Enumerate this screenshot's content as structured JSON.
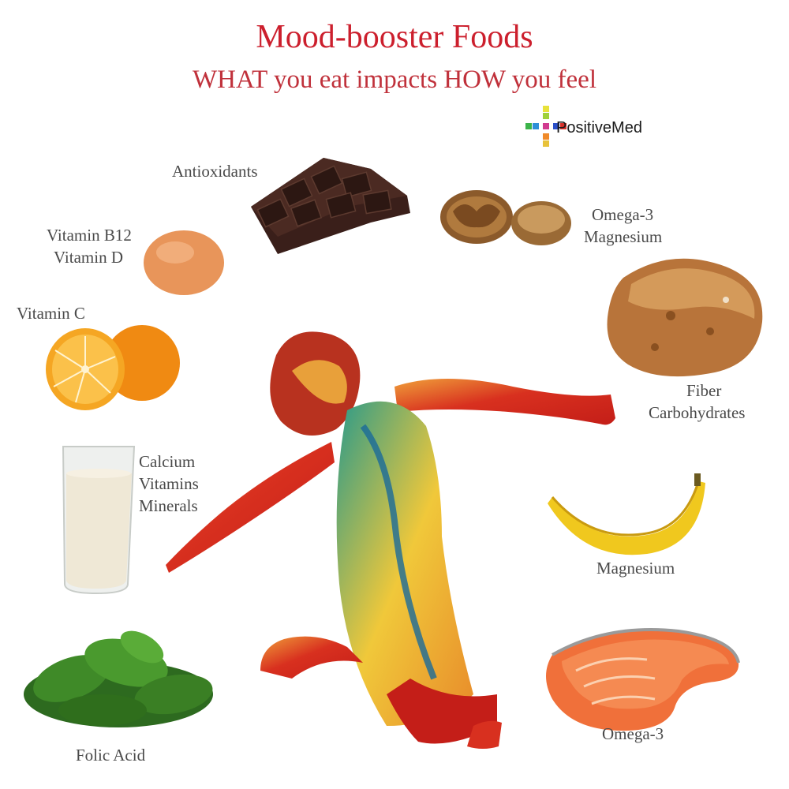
{
  "header": {
    "title": "Mood-booster Foods",
    "subtitle": "WHAT you eat impacts HOW you feel"
  },
  "brand": {
    "name": "PositiveMed"
  },
  "foods": {
    "chocolate": {
      "icon": "chocolate-bar",
      "nutrients": [
        "Antioxidants"
      ]
    },
    "walnuts": {
      "icon": "walnut",
      "nutrients": [
        "Omega-3",
        "Magnesium"
      ]
    },
    "egg": {
      "icon": "egg",
      "nutrients": [
        "Vitamin B12",
        "Vitamin D"
      ]
    },
    "bread": {
      "icon": "bread-loaf",
      "nutrients": [
        "Fiber",
        "Carbohydrates"
      ]
    },
    "orange": {
      "icon": "orange",
      "nutrients": [
        "Vitamin C"
      ]
    },
    "milk": {
      "icon": "milk-glass",
      "nutrients": [
        "Calcium",
        "Vitamins",
        "Minerals"
      ]
    },
    "banana": {
      "icon": "banana",
      "nutrients": [
        "Magnesium"
      ]
    },
    "spinach": {
      "icon": "spinach-leaves",
      "nutrients": [
        "Folic Acid"
      ]
    },
    "salmon": {
      "icon": "salmon-steak",
      "nutrients": [
        "Omega-3"
      ]
    }
  },
  "colors": {
    "title": "#cc1f2d",
    "label": "#4a4a4a",
    "figure_red": "#d8301f",
    "figure_yellow": "#f0c83a"
  }
}
